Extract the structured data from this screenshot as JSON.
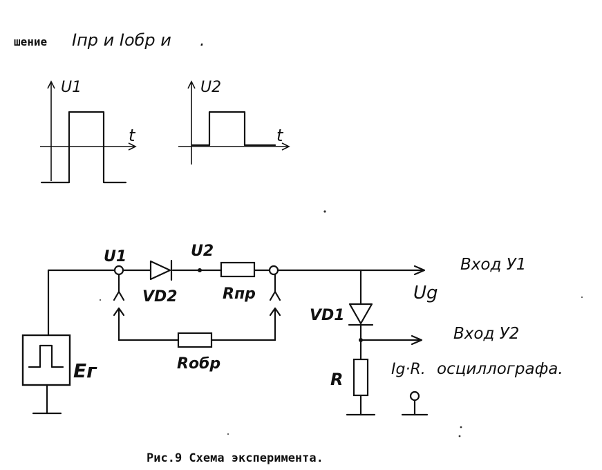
{
  "header_text": {
    "typed_prefix": "шение",
    "handwritten": "Iпр и Iобр и",
    "period": "."
  },
  "waveform_u1": {
    "y_label": "U1",
    "x_label": "t"
  },
  "waveform_u2": {
    "y_label": "U2",
    "x_label": "t"
  },
  "schematic": {
    "node_u1": "U1",
    "node_u2": "U2",
    "diode_vd2": "VD2",
    "resistor_rpr": "Rпр",
    "resistor_robr": "Rобр",
    "diode_vd1": "VD1",
    "resistor_r": "R",
    "generator": "Eг",
    "input_y1": "Вход У1",
    "input_y2": "Вход У2",
    "voltage_ud": "Ug",
    "current_label": "Ig·R.",
    "oscilloscope": "осциллографа."
  },
  "caption": "Рис.9 Схема эксперимента."
}
